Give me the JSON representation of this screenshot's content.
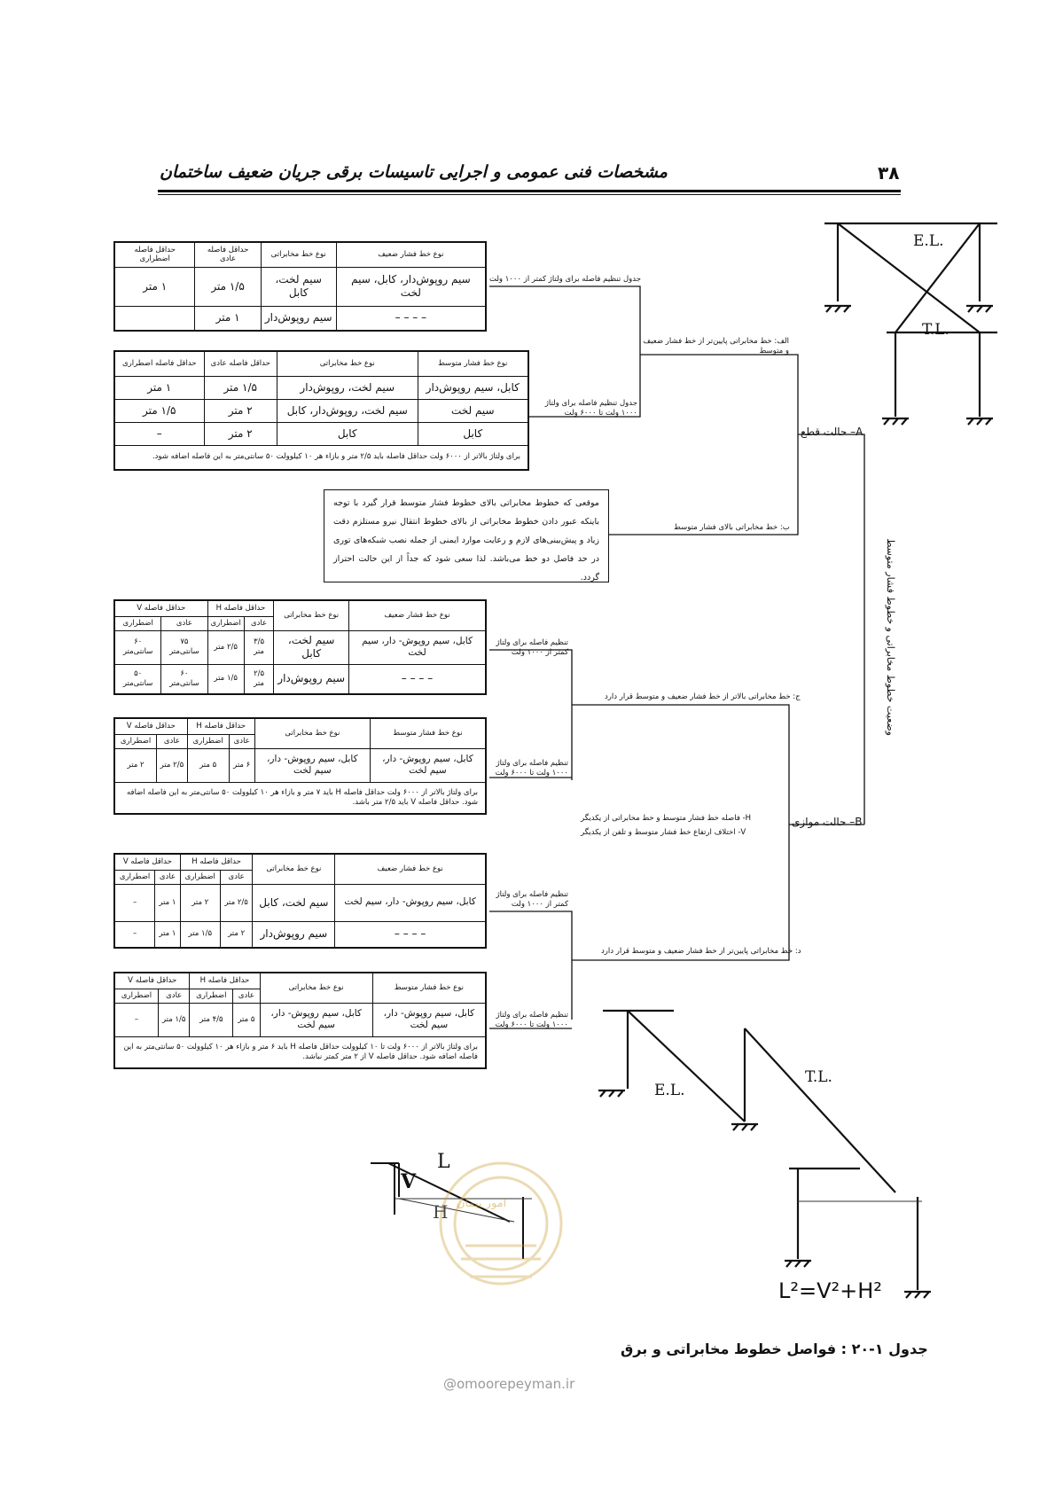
{
  "header": {
    "title": "مشخصات فنی عمومی و اجرایی تاسیسات برقی جریان ضعیف ساختمان",
    "page_number": "۳۸"
  },
  "labels": {
    "el": "E.L.",
    "tl": "T.L.",
    "v": "V",
    "l": "L",
    "h": "H",
    "formula": "L²=V²+H²",
    "watermark_text": "امور پیمان",
    "watermark_url": "@omoorepeyman.ir"
  },
  "tree": {
    "vertical_title": "وضعیت خطوط مخابراتی و خطوط فشار متوسط",
    "state_a": "A– حالت قطع",
    "state_b": "B– حالت موازی",
    "branch_alef": "الف: خط مخابراتی پایین‌تر از خط  فشار ضعیف و متوسط",
    "branch_be": "ب: خط مخابراتی بالای فشار متوسط",
    "branch_jim": "ج: خط مخابراتی بالاتر از خط فشار ضعیف و متوسط قرار دارد",
    "branch_dal": "د: خط مخابراتی پایین‌تر از خط فشار ضعیف و متوسط قرار دارد",
    "table_label_low": "جدول تنظیم فاصله برای ولتاژ کمتر از ۱۰۰۰ ولت",
    "table_label_mid": "جدول تنظیم فاصله برای ولتاژ ۱۰۰۰ ولت تا ۶۰۰۰ ولت",
    "label_low": "تنظیم فاصله برای ولتاژ کمتر از ۱۰۰۰ ولت",
    "label_mid": "تنظیم فاصله برای ولتاژ ۱۰۰۰ ولت تا ۶۰۰۰ ولت",
    "hv_note_1": "H- فاصله خط فشار متوسط و خط مخابراتی از یکدیگر",
    "hv_note_2": "V- اختلاف ارتفاع خط فشار متوسط و تلفن از یکدیگر"
  },
  "textbox": "موقعی که خطوط مخابراتی بالای خطوط فشار متوسط قرار گیرد با توجه باینکه عبور دادن خطوط مخابراتی از بالای خطوط انتقال نیرو مستلزم دقت زیاد و پیش‌بینی‌های لازم و رعایت موارد ایمنی از جمله نصب شبکه‌های توری در حد فاصل دو خط می‌باشد. لذا سعی شود که جداً از این حالت احتراز گردد.",
  "table1": {
    "headers": [
      "نوع خط فشار ضعیف",
      "نوع خط مخابراتی",
      "حداقل فاصله عادی",
      "حداقل فاصله اضطراری"
    ],
    "rows": [
      [
        "سیم روپوش‌دار، کابل، سیم لخت",
        "سیم لخت، کابل",
        "۱/۵ متر",
        "۱ متر"
      ],
      [
        "– – – –",
        "سیم روپوش‌دار",
        "۱ متر",
        ""
      ]
    ]
  },
  "table2": {
    "headers": [
      "نوع خط فشار متوسط",
      "نوع خط مخابراتی",
      "حداقل فاصله عادی",
      "حداقل فاصله اضطراری"
    ],
    "rows": [
      [
        "کابل، سیم روپوش‌دار",
        "سیم لخت، روپوش‌دار",
        "۱/۵ متر",
        "۱ متر"
      ],
      [
        "سیم لخت",
        "سیم لخت، روپوش‌دار، کابل",
        "۲ متر",
        "۱/۵ متر"
      ],
      [
        "کابل",
        "کابل",
        "۲ متر",
        "–"
      ]
    ],
    "note": "برای ولتاژ بالاتر از ۶۰۰۰ ولت حداقل فاصله باید ۲/۵ متر و بازاء هر ۱۰ کیلوولت ۵۰ سانتی‌متر به این فاصله اضافه شود."
  },
  "table3": {
    "h_line": "نوع خط فشار ضعیف",
    "h_tel": "نوع خط مخابراتی",
    "h_H": "حداقل فاصله H",
    "h_V": "حداقل فاصله V",
    "normal": "عادی",
    "emergency": "اضطراری",
    "rows": [
      [
        "کابل، سیم روپوش- دار، سیم لخت",
        "سیم لخت، کابل",
        "۳/۵ متر",
        "۲/۵ متر",
        "۷۵ سانتی‌متر",
        "۶۰ سانتی‌متر"
      ],
      [
        "– – – –",
        "سیم روپوش‌دار",
        "۲/۵ متر",
        "۱/۵ متر",
        "۶۰ سانتی‌متر",
        "۵۰ سانتی‌متر"
      ]
    ]
  },
  "table4": {
    "h_line": "نوع خط فشار متوسط",
    "h_tel": "نوع خط مخابراتی",
    "h_H": "حداقل فاصله H",
    "h_V": "حداقل فاصله V",
    "normal": "عادی",
    "emergency": "اضطراری",
    "rows": [
      [
        "کابل، سیم روپوش- دار، سیم لخت",
        "کابل، سیم روپوش- دار، سیم لخت",
        "۶ متر",
        "۵ متر",
        "۲/۵ متر",
        "۲ متر"
      ]
    ],
    "note": "برای ولتاژ بالاتر از ۶۰۰۰ ولت حداقل فاصله H باید ۷ متر و بازاء هر ۱۰ کیلوولت ۵۰ سانتی‌متر به این فاصله اضافه شود. حداقل فاصله V باید ۲/۵ متر باشد."
  },
  "table5": {
    "h_line": "نوع خط فشار ضعیف",
    "h_tel": "نوع خط مخابراتی",
    "h_H": "حداقل فاصله H",
    "h_V": "حداقل فاصله V",
    "normal": "عادی",
    "emergency": "اضطراری",
    "rows": [
      [
        "کابل، سیم روپوش- دار، سیم لخت",
        "سیم لخت، کابل",
        "۲/۵ متر",
        "۲ متر",
        "۱ متر",
        "–"
      ],
      [
        "– – – –",
        "سیم روپوش‌دار",
        "۲ متر",
        "۱/۵ متر",
        "۱ متر",
        "–"
      ]
    ]
  },
  "table6": {
    "h_line": "نوع خط فشار متوسط",
    "h_tel": "نوع خط مخابراتی",
    "h_H": "حداقل فاصله H",
    "h_V": "حداقل فاصله V",
    "normal": "عادی",
    "emergency": "اضطراری",
    "rows": [
      [
        "کابل، سیم روپوش- دار، سیم لخت",
        "کابل، سیم روپوش- دار، سیم لخت",
        "۵ متر",
        "۴/۵ متر",
        "۱/۵ متر",
        "–"
      ]
    ],
    "note": "برای ولتاژ بالاتر از ۶۰۰۰ ولت تا ۱۰ کیلوولت حداقل فاصله H باید ۶ متر و بازاء هر ۱۰ کیلوولت ۵۰ سانتی‌متر به این فاصله اضافه شود. حداقل فاصله V از ۲ متر کمتر نباشد."
  },
  "caption": "جدول ۱-۲۰ : فواصل خطوط مخابراتی و برق"
}
